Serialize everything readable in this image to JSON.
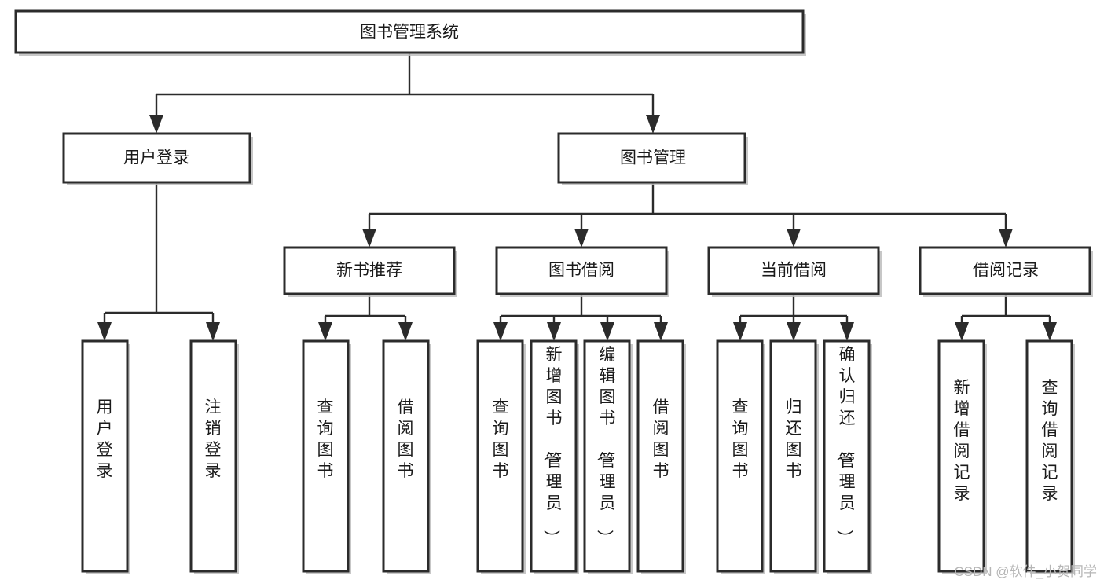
{
  "diagram": {
    "title": "图书管理系统",
    "type": "tree",
    "levels": {
      "root": {
        "label": "图书管理系统",
        "orientation": "horizontal"
      },
      "level2": [
        {
          "label": "用户登录",
          "orientation": "horizontal"
        },
        {
          "label": "图书管理",
          "orientation": "horizontal"
        }
      ],
      "level3": [
        {
          "label": "新书推荐",
          "orientation": "horizontal"
        },
        {
          "label": "图书借阅",
          "orientation": "horizontal"
        },
        {
          "label": "当前借阅",
          "orientation": "horizontal"
        },
        {
          "label": "借阅记录",
          "orientation": "horizontal"
        }
      ],
      "leaves": [
        {
          "label": "用户登录",
          "parent": "用户登录",
          "orientation": "vertical"
        },
        {
          "label": "注销登录",
          "parent": "用户登录",
          "orientation": "vertical"
        },
        {
          "label": "查询图书",
          "parent": "新书推荐",
          "orientation": "vertical"
        },
        {
          "label": "借阅图书",
          "parent": "新书推荐",
          "orientation": "vertical"
        },
        {
          "label": "查询图书",
          "parent": "图书借阅",
          "orientation": "vertical"
        },
        {
          "label": "新增图书（管理员）",
          "parent": "图书借阅",
          "orientation": "vertical"
        },
        {
          "label": "编辑图书（管理员）",
          "parent": "图书借阅",
          "orientation": "vertical"
        },
        {
          "label": "借阅图书",
          "parent": "图书借阅",
          "orientation": "vertical"
        },
        {
          "label": "查询图书",
          "parent": "当前借阅",
          "orientation": "vertical"
        },
        {
          "label": "归还图书",
          "parent": "当前借阅",
          "orientation": "vertical"
        },
        {
          "label": "确认归还（管理员）",
          "parent": "当前借阅",
          "orientation": "vertical"
        },
        {
          "label": "新增借阅记录",
          "parent": "借阅记录",
          "orientation": "vertical"
        },
        {
          "label": "查询借阅记录",
          "parent": "借阅记录",
          "orientation": "vertical"
        }
      ]
    },
    "colors": {
      "box_fill": "#ffffff",
      "box_stroke": "#2b2b2b",
      "text": "#1a1a1a",
      "connector": "#2b2b2b",
      "watermark": "#b6b6b6",
      "background": "#ffffff"
    }
  },
  "watermark": {
    "text": "CSDN @软件_小贺同学"
  }
}
